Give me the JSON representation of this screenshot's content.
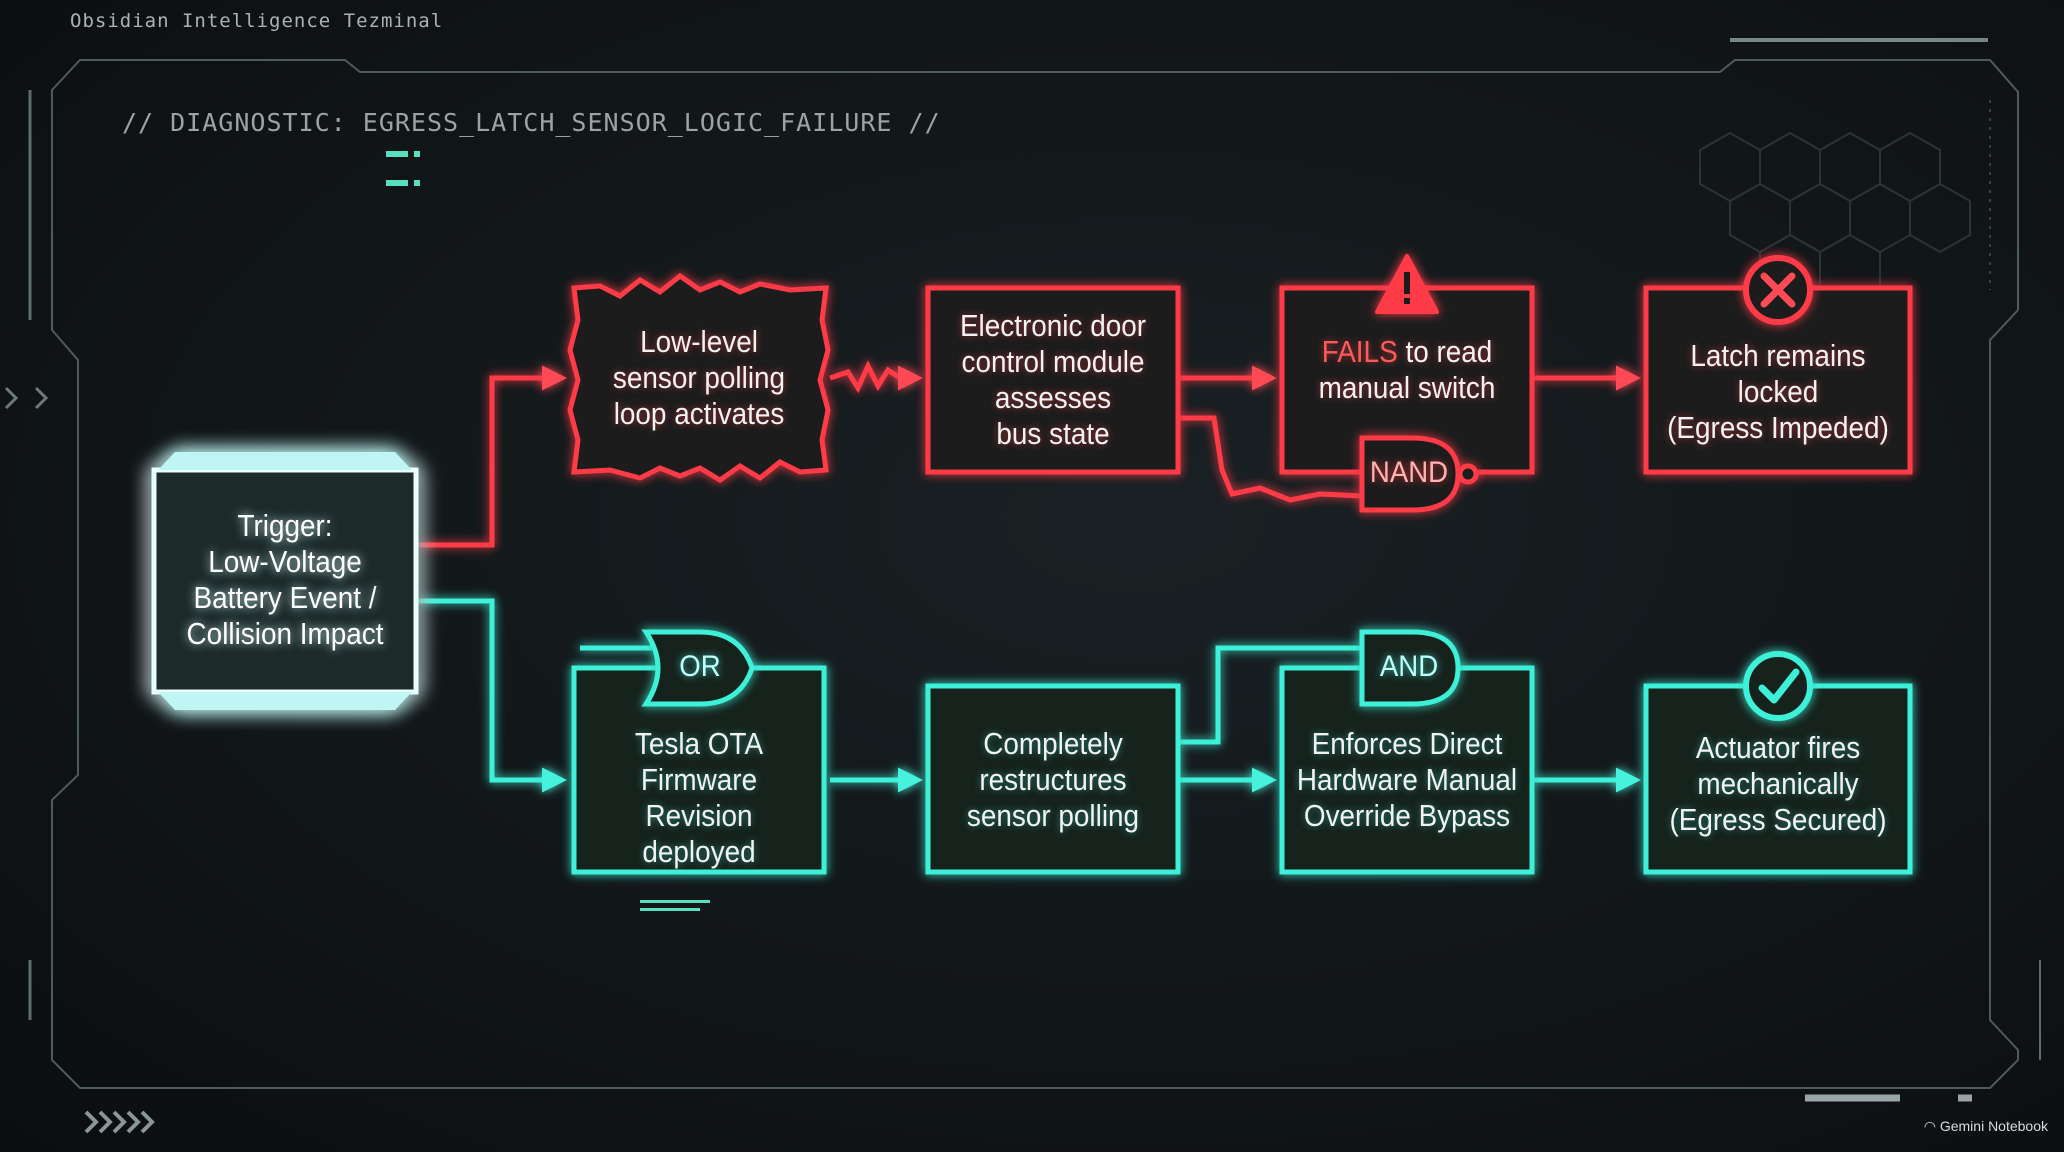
{
  "header": {
    "terminal_title": "Obsidian Intelligence Tezminal",
    "diagnostic": "// DIAGNOSTIC: EGRESS_LATCH_SENSOR_LOGIC_FAILURE //"
  },
  "colors": {
    "failure_path": "#ff3b47",
    "success_path": "#3ef0d8",
    "trigger": "#e9ffff",
    "background": "#111618"
  },
  "trigger": {
    "lines": [
      "Trigger:",
      "Low-Voltage",
      "Battery Event /",
      "Collision Impact"
    ]
  },
  "failure_path": {
    "nodes": [
      {
        "lines": [
          "Low-level",
          "sensor polling",
          "loop activates"
        ]
      },
      {
        "lines": [
          "Electronic door",
          "control module",
          "assesses",
          "bus state"
        ]
      },
      {
        "lines_first_emph": "FAILS",
        "lines_first_rest": " to read",
        "lines": [
          "manual switch"
        ],
        "icon": "warning-icon"
      },
      {
        "lines": [
          "Latch remains",
          "locked",
          "(Egress Impeded)"
        ],
        "icon": "x-circle-icon"
      }
    ],
    "gate": "NAND"
  },
  "success_path": {
    "nodes": [
      {
        "lines": [
          "Tesla OTA",
          "Firmware Revision",
          "deployed"
        ]
      },
      {
        "lines": [
          "Completely",
          "restructures",
          "sensor polling"
        ]
      },
      {
        "lines": [
          "Enforces Direct",
          "Hardware Manual",
          "Override Bypass"
        ]
      },
      {
        "lines": [
          "Actuator fires",
          "mechanically",
          "(Egress Secured)"
        ],
        "icon": "check-circle-icon"
      }
    ],
    "gates": [
      "OR",
      "AND"
    ]
  },
  "footer": {
    "badge": "Gemini Notebook",
    "chevrons": "❯❯❯❯❯"
  }
}
